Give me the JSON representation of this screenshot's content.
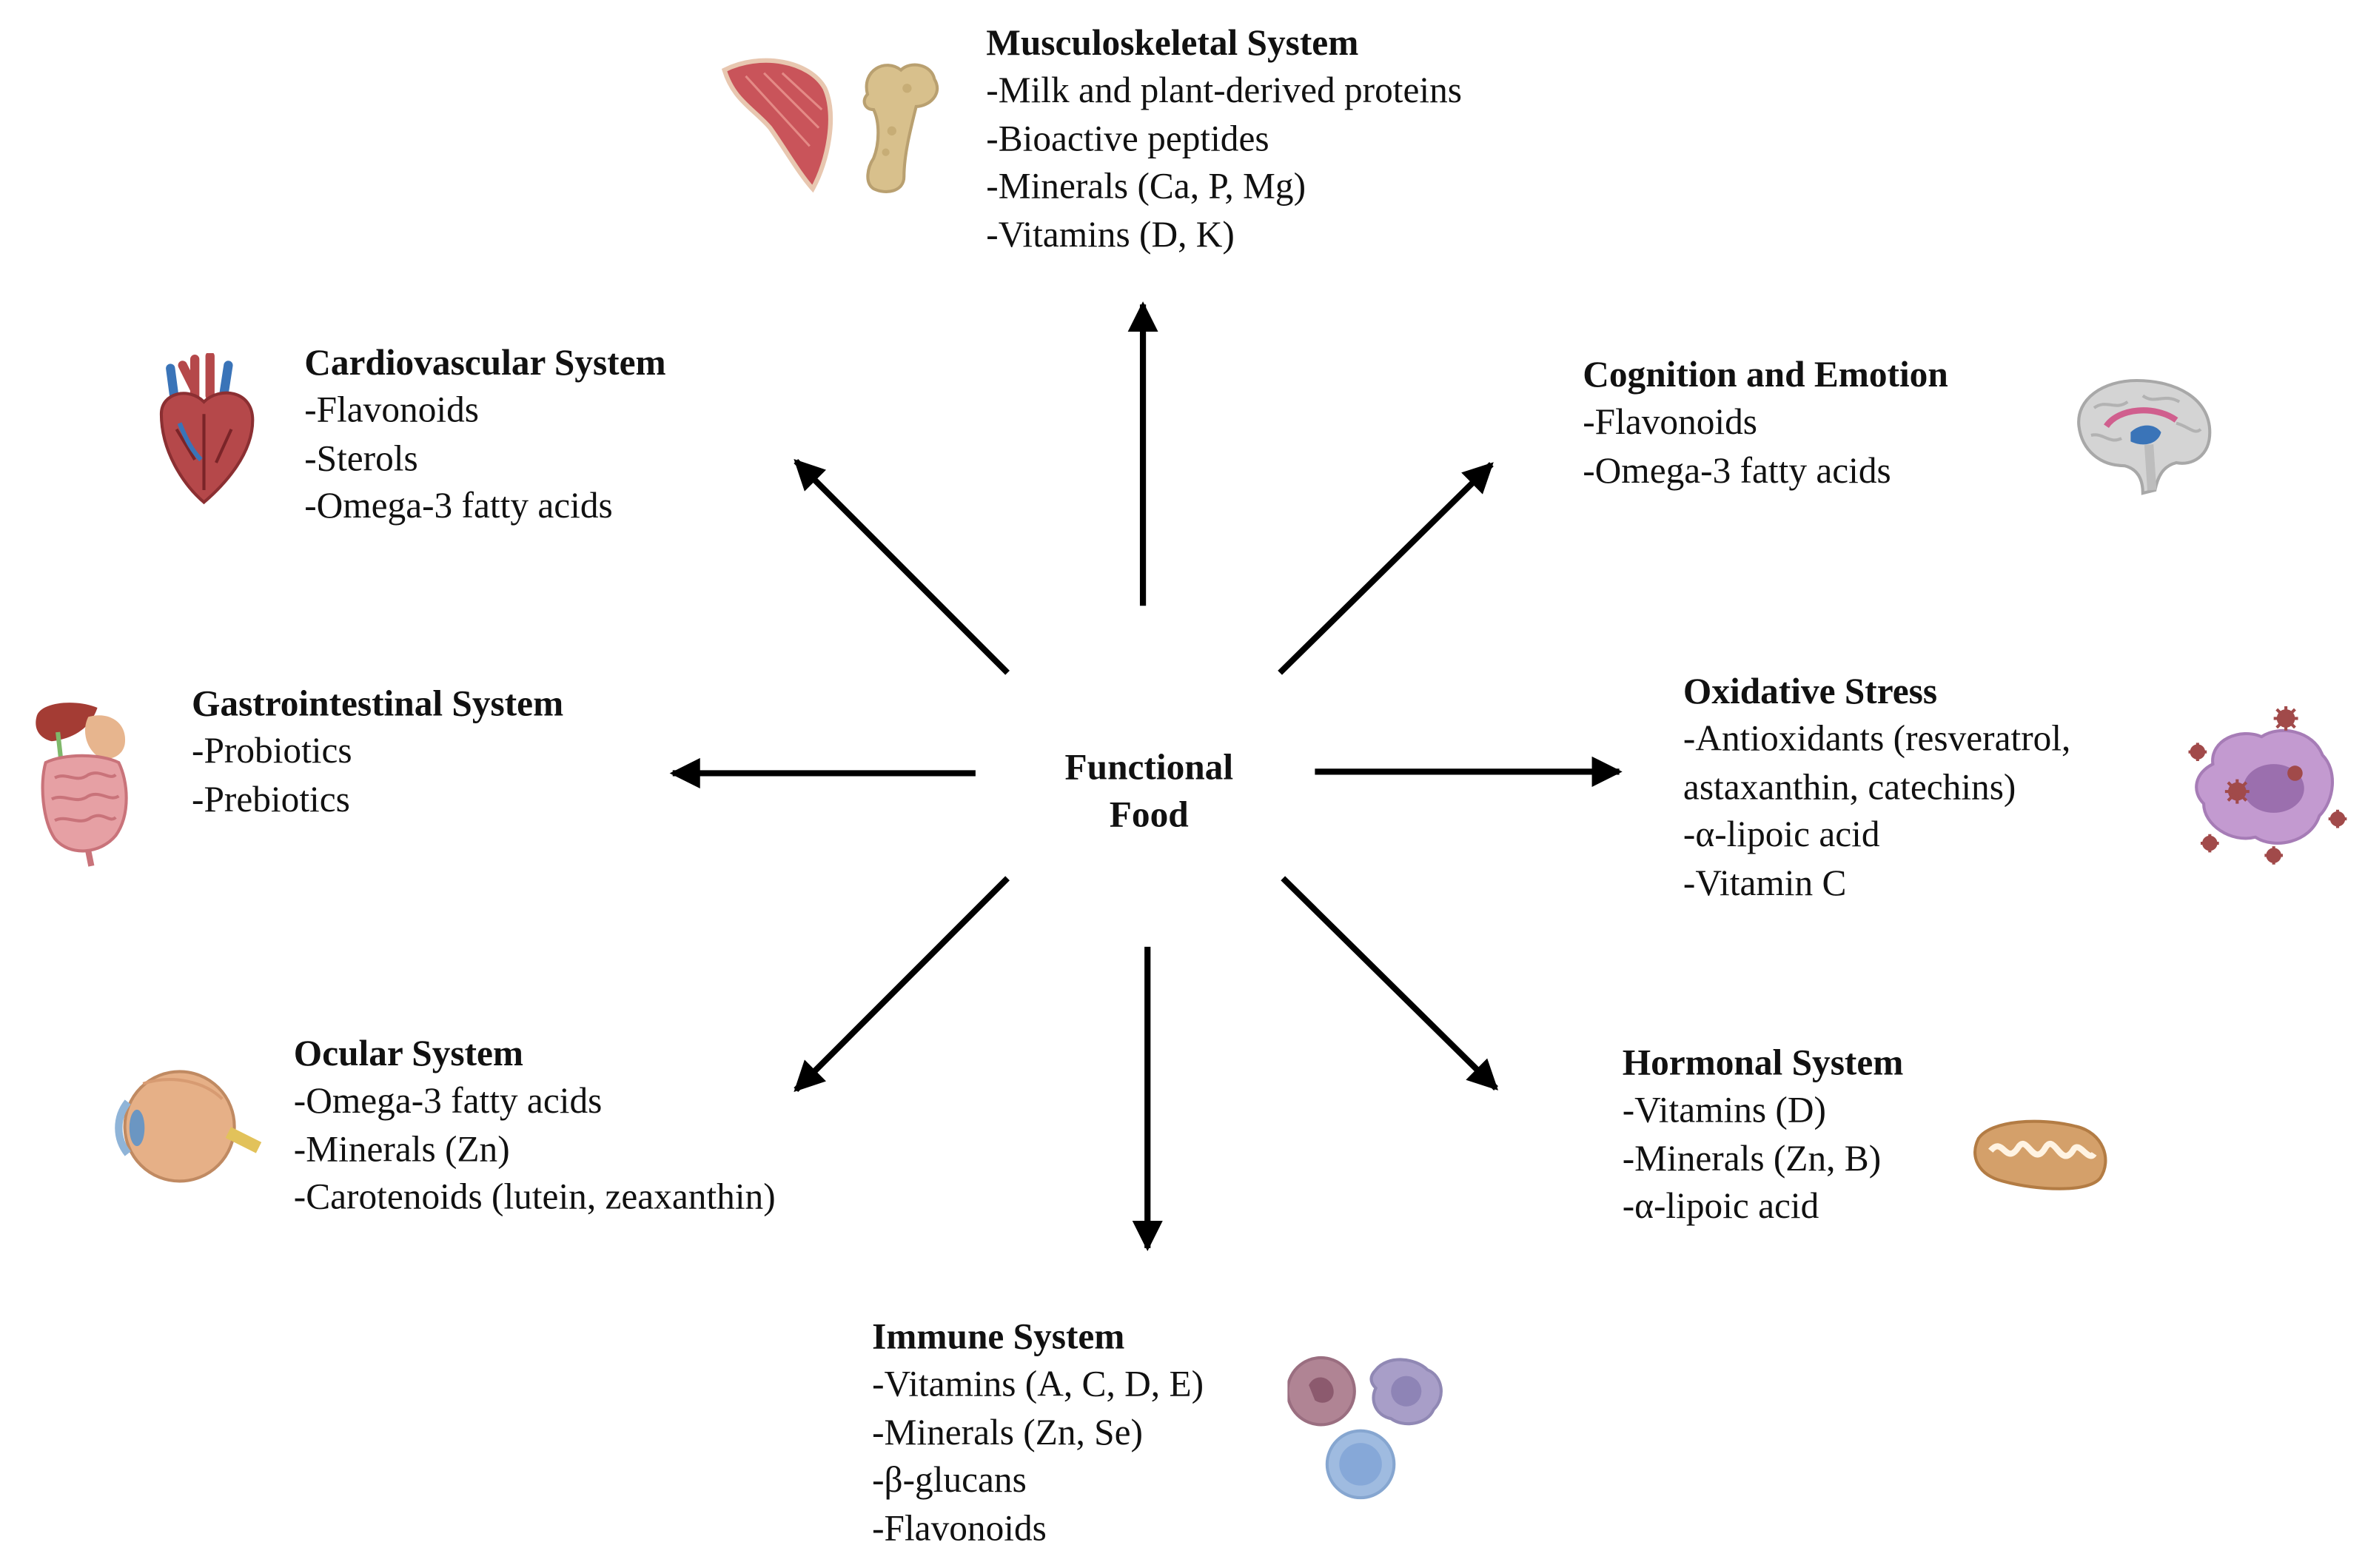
{
  "center": {
    "line1": "Functional",
    "line2": "Food"
  },
  "nodes": {
    "musculoskeletal": {
      "title": "Musculoskeletal System",
      "items": [
        "-Milk and plant-derived proteins",
        "-Bioactive peptides",
        "-Minerals (Ca, P, Mg)",
        "-Vitamins (D, K)"
      ],
      "icon": "muscle-and-bone-icon"
    },
    "cardiovascular": {
      "title": "Cardiovascular System",
      "items": [
        "-Flavonoids",
        "-Sterols",
        "-Omega-3 fatty acids"
      ],
      "icon": "heart-icon"
    },
    "cognition": {
      "title": "Cognition and Emotion",
      "items": [
        "-Flavonoids",
        "-Omega-3 fatty acids"
      ],
      "icon": "brain-icon"
    },
    "gastrointestinal": {
      "title": "Gastrointestinal System",
      "items": [
        "-Probiotics",
        "-Prebiotics"
      ],
      "icon": "digestive-tract-icon"
    },
    "oxidative": {
      "title": "Oxidative Stress",
      "items": [
        "-Antioxidants (resveratrol,",
        "astaxanthin, catechins)",
        "-α-lipoic acid",
        "-Vitamin C"
      ],
      "icon": "stressed-cell-icon"
    },
    "ocular": {
      "title": "Ocular System",
      "items": [
        "-Omega-3 fatty acids",
        "-Minerals (Zn)",
        "-Carotenoids (lutein, zeaxanthin)"
      ],
      "icon": "eye-icon"
    },
    "hormonal": {
      "title": "Hormonal System",
      "items": [
        "-Vitamins (D)",
        "-Minerals (Zn, B)",
        "-α-lipoic acid"
      ],
      "icon": "mitochondrion-icon"
    },
    "immune": {
      "title": "Immune System",
      "items": [
        "-Vitamins (A, C, D, E)",
        "-Minerals (Zn, Se)",
        "-β-glucans",
        "-Flavonoids"
      ],
      "icon": "immune-cells-icon"
    }
  },
  "colors": {
    "arrow": "#000000",
    "muscle": "#c9545a",
    "bone": "#d8c08c",
    "heart": "#b5484a",
    "vessel_blue": "#3a74b8",
    "brain": "#d4d4d4",
    "gut": "#e6a0a4",
    "liver": "#a43c34",
    "cell": "#c39ad0",
    "ros": "#a14a4a",
    "eye": "#e6b087",
    "mito": "#d4a06a",
    "immune_pink": "#b08494",
    "immune_purple": "#a89ec8",
    "immune_blue": "#9fbbe0"
  }
}
